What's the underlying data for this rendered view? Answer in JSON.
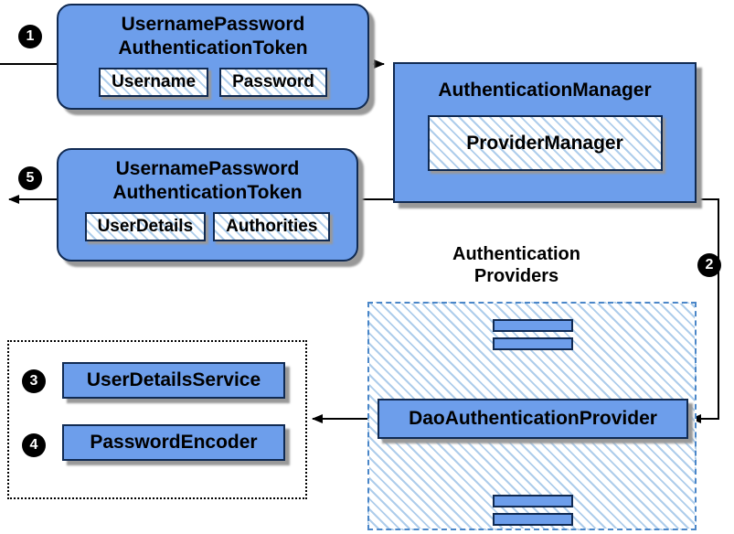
{
  "colors": {
    "node_fill": "#6d9eeb",
    "node_border": "#102a52",
    "hatch_line": "#aecdeb",
    "shadow": "#999999",
    "dashed_border": "#4a86c8",
    "arrow": "#000000"
  },
  "nodes": {
    "request_token": {
      "line1": "UsernamePassword",
      "line2": "AuthenticationToken",
      "fields": [
        "Username",
        "Password"
      ]
    },
    "authentication_manager": {
      "title": "AuthenticationManager",
      "inner": "ProviderManager"
    },
    "response_token": {
      "line1": "UsernamePassword",
      "line2": "AuthenticationToken",
      "fields": [
        "UserDetails",
        "Authorities"
      ]
    },
    "providers_group": {
      "line1": "Authentication",
      "line2": "Providers"
    },
    "dao_provider": {
      "title": "DaoAuthenticationProvider"
    },
    "user_details_service": {
      "title": "UserDetailsService"
    },
    "password_encoder": {
      "title": "PasswordEncoder"
    }
  },
  "steps": [
    "1",
    "2",
    "3",
    "4",
    "5"
  ]
}
